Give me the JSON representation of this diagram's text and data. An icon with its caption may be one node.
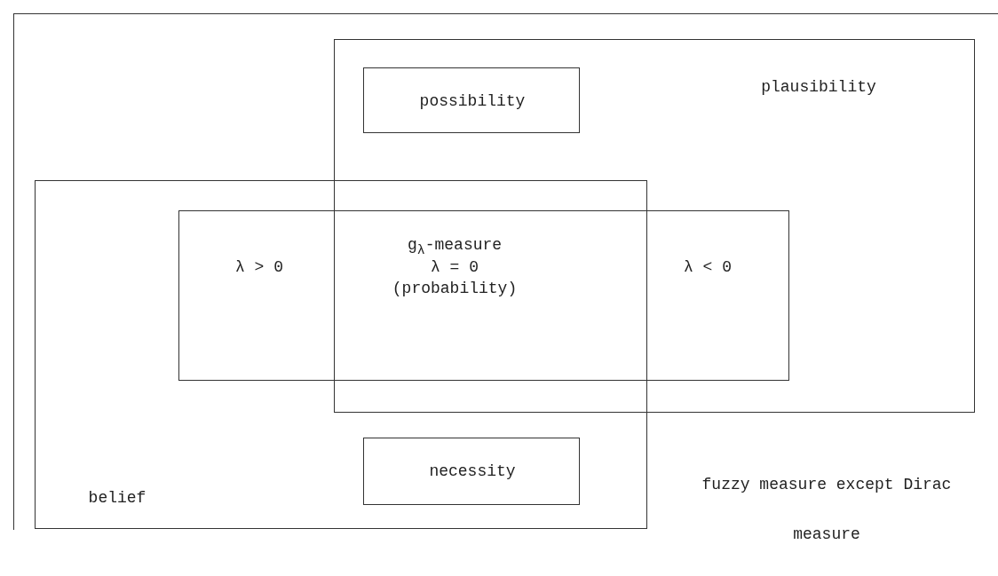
{
  "diagram": {
    "nodes": [
      {
        "text": [
          "fuzzy measure except Dirac measure"
        ]
      },
      {
        "text": [
          "plausibility"
        ],
        "in": 0
      },
      {
        "text": [
          "possibility"
        ],
        "in": 1
      },
      {
        "text": [
          "belief"
        ],
        "in": 0
      },
      {
        "text": [
          "g$_{λ}$-measure",
          "λ > 0",
          "λ = 0 (probability)",
          "λ < 0"
        ],
        "in": 0
      },
      {
        "text": [
          "necessity"
        ],
        "in": 3
      }
    ]
  }
}
